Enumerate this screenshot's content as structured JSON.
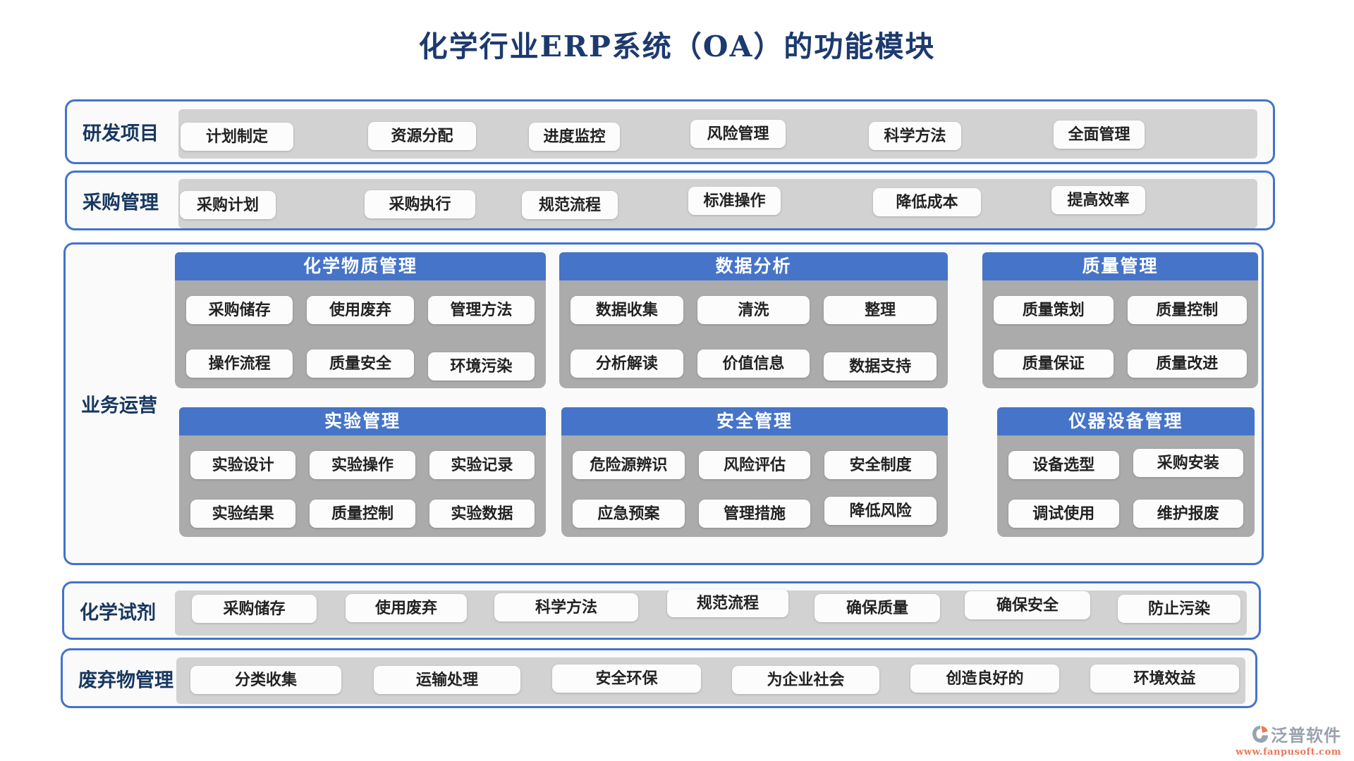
{
  "title": "化学行业ERP系统（OA）的功能模块",
  "colors": {
    "accent_blue": "#4373cd",
    "panel_header_blue": "#4574c9",
    "title_navy": "#1c3a6e",
    "label_navy": "#17375e",
    "strip_gray": "#d2d2d2",
    "panel_body_gray": "#ababab",
    "chip_white": "#fcfcfc",
    "logo_gray": "#9aa2ad",
    "logo_orange": "#e8795a"
  },
  "rows": {
    "rd": {
      "label": "研发项目",
      "buttons": [
        "计划制定",
        "资源分配",
        "进度监控",
        "风险管理",
        "科学方法",
        "全面管理"
      ]
    },
    "pm": {
      "label": "采购管理",
      "buttons": [
        "采购计划",
        "采购执行",
        "规范流程",
        "标准操作",
        "降低成本",
        "提高效率"
      ]
    },
    "ops": {
      "label": "业务运营",
      "panels": [
        {
          "title": "化学物质管理",
          "buttons": [
            "采购储存",
            "使用废弃",
            "管理方法",
            "操作流程",
            "质量安全",
            "环境污染"
          ]
        },
        {
          "title": "数据分析",
          "buttons": [
            "数据收集",
            "清洗",
            "整理",
            "分析解读",
            "价值信息",
            "数据支持"
          ]
        },
        {
          "title": "质量管理",
          "buttons": [
            "质量策划",
            "质量控制",
            "质量保证",
            "质量改进"
          ]
        },
        {
          "title": "实验管理",
          "buttons": [
            "实验设计",
            "实验操作",
            "实验记录",
            "实验结果",
            "质量控制",
            "实验数据"
          ]
        },
        {
          "title": "安全管理",
          "buttons": [
            "危险源辨识",
            "风险评估",
            "安全制度",
            "应急预案",
            "管理措施",
            "降低风险"
          ]
        },
        {
          "title": "仪器设备管理",
          "buttons": [
            "设备选型",
            "采购安装",
            "调试使用",
            "维护报废"
          ]
        }
      ]
    },
    "reagent": {
      "label": "化学试剂",
      "buttons": [
        "采购储存",
        "使用废弃",
        "科学方法",
        "规范流程",
        "确保质量",
        "确保安全",
        "防止污染"
      ]
    },
    "waste": {
      "label": "废弃物管理",
      "buttons": [
        "分类收集",
        "运输处理",
        "安全环保",
        "为企业社会",
        "创造良好的",
        "环境效益"
      ]
    }
  },
  "logo": {
    "name": "泛普软件",
    "url": "www.fanpusoft.com"
  }
}
